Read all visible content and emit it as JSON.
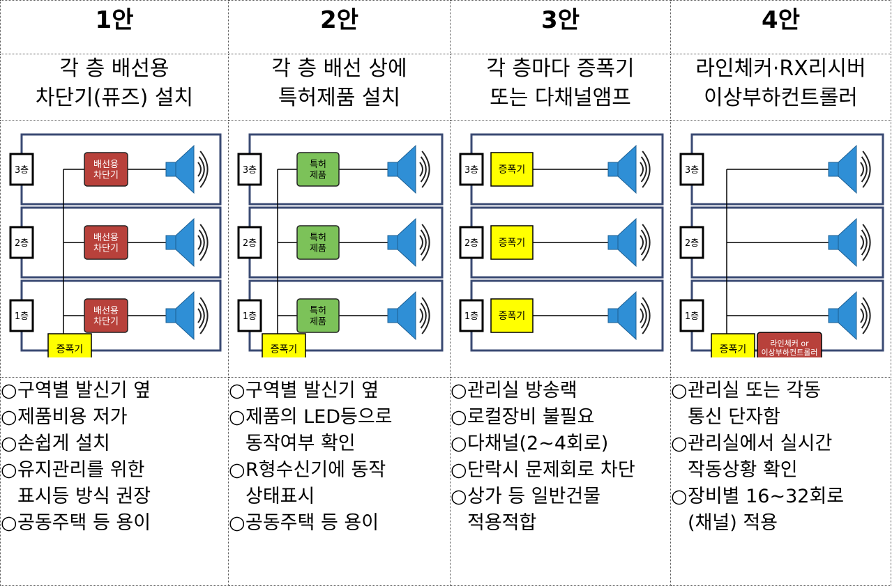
{
  "columns": [
    {
      "title": "1안",
      "subtitle": [
        "각 층 배선용",
        "차단기(퓨즈) 설치"
      ],
      "diagram": {
        "floors": [
          "3층",
          "2층",
          "1층"
        ],
        "devices": [
          "배선용\n차단기",
          "배선용\n차단기",
          "배선용\n차단기"
        ],
        "device_color": "#b8413b",
        "amp_label": "증폭기"
      },
      "bullets": [
        {
          "mark": "○",
          "text": "구역별 발신기 옆"
        },
        {
          "mark": "○",
          "text": "제품비용 저가"
        },
        {
          "mark": "○",
          "text": "손쉽게 설치"
        },
        {
          "mark": "○",
          "text": "유지관리를   위한"
        },
        {
          "mark": "",
          "text": "표시등 방식 권장"
        },
        {
          "mark": "○",
          "text": "공동주택 등 용이"
        }
      ]
    },
    {
      "title": "2안",
      "subtitle": [
        "각 층 배선 상에",
        "특허제품 설치"
      ],
      "diagram": {
        "floors": [
          "3층",
          "2층",
          "1층"
        ],
        "devices": [
          "특허\n제품",
          "특허\n제품",
          "특허\n제품"
        ],
        "device_color": "#7cc259",
        "amp_label": "증폭기"
      },
      "bullets": [
        {
          "mark": "○",
          "text": "구역별 발신기 옆"
        },
        {
          "mark": "○",
          "text": "제품의 LED등으로"
        },
        {
          "mark": "",
          "text": "동작여부 확인"
        },
        {
          "mark": "○",
          "text": "R형수신기에 동작"
        },
        {
          "mark": "",
          "text": "상태표시"
        },
        {
          "mark": "○",
          "text": "공동주택 등 용이"
        }
      ]
    },
    {
      "title": "3안",
      "subtitle": [
        "각 층마다 증폭기",
        "또는 다채널앰프"
      ],
      "diagram": {
        "floors": [
          "3층",
          "2층",
          "1층"
        ],
        "devices": [
          "증폭기",
          "증폭기",
          "증폭기"
        ],
        "device_color": "#ffff00"
      },
      "bullets": [
        {
          "mark": "○",
          "text": "관리실 방송랙"
        },
        {
          "mark": "○",
          "text": "로컬장비 불필요"
        },
        {
          "mark": "○",
          "text": "다채널(2~4회로)"
        },
        {
          "mark": "○",
          "text": "단락시 문제회로 차단"
        },
        {
          "mark": "○",
          "text": "상가 등 일반건물"
        },
        {
          "mark": "",
          "text": "적용적합"
        }
      ]
    },
    {
      "title": "4안",
      "subtitle": [
        "라인체커·RX리시버",
        "이상부하컨트롤러"
      ],
      "diagram": {
        "floors": [
          "3층",
          "2층",
          "1층"
        ],
        "amp_label": "증폭기",
        "controller_label": "라인체커 or\n이상부하컨트롤러",
        "controller_color": "#b8413b"
      },
      "bullets": [
        {
          "mark": "○",
          "text": "관리실 또는 각동"
        },
        {
          "mark": "",
          "text": "통신 단자함"
        },
        {
          "mark": "○",
          "text": "관리실에서 실시간"
        },
        {
          "mark": "",
          "text": "작동상황 확인"
        },
        {
          "mark": "○",
          "text": "장비별 16~32회로"
        },
        {
          "mark": "",
          "text": "(채널) 적용"
        }
      ]
    }
  ],
  "colors": {
    "amp_fill": "#ffff00",
    "speaker_fill": "#2f8fd6",
    "floor_border": "#3a4a73"
  }
}
